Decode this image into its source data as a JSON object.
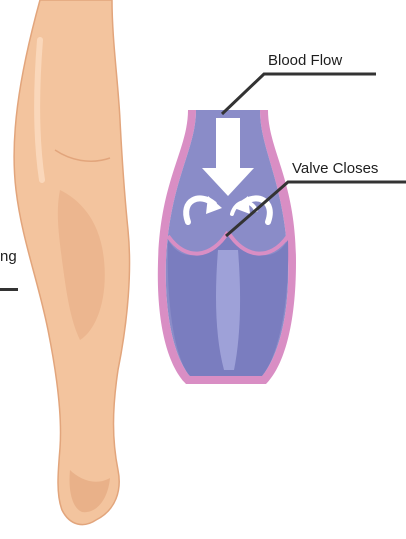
{
  "labels": {
    "blood_flow": "Blood Flow",
    "valve_closes": "Valve Closes",
    "cropped_left": "ng"
  },
  "colors": {
    "skin": "#f3c49e",
    "skin_shadow": "#e2a57c",
    "skin_highlight": "#fbdcc1",
    "vein_wall": "#d98ec4",
    "vein_fill": "#8a8cc8",
    "vein_dark": "#6f72b2",
    "vein_light": "#a8aade",
    "arrow": "#ffffff",
    "leader_line": "#333333"
  }
}
